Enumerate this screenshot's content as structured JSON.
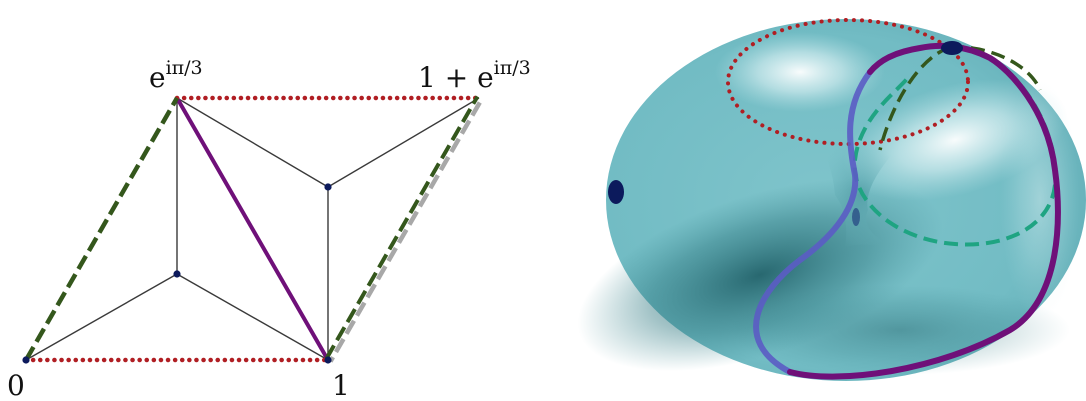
{
  "labels": {
    "origin": "0",
    "one": "1",
    "omega_base": "e",
    "omega_sup": "iπ/3",
    "one_plus": "1 + ",
    "one_plus_base": "e",
    "one_plus_sup": "iπ/3"
  },
  "colors": {
    "red_dotted": "#b01e23",
    "green_dashed": "#34571c",
    "purple": "#6f1079",
    "gray_dashed": "#a8a8a8",
    "teal_dashed": "#1fa482",
    "vertex": "#0c1a5c",
    "torus_light": "#a6dde3",
    "torus_dark": "#2b7179"
  }
}
